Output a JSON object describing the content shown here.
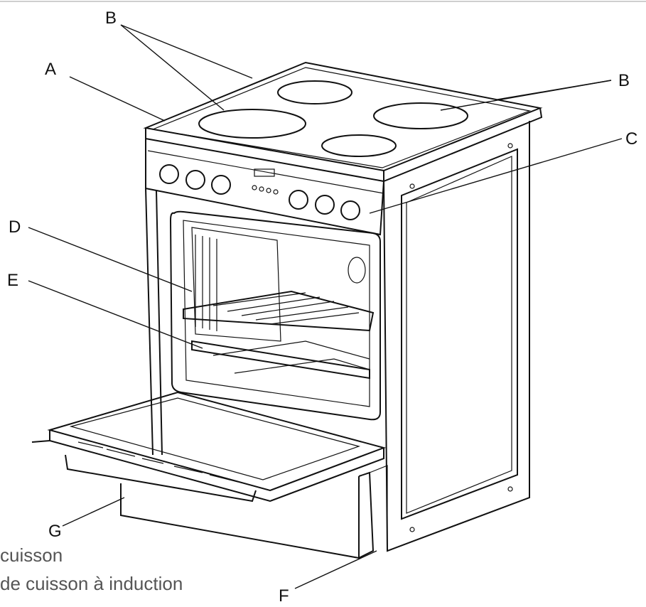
{
  "labels": {
    "A": "A",
    "B_top": "B",
    "B_right": "B",
    "C": "C",
    "D": "D",
    "E": "E",
    "F": "F",
    "G": "G"
  },
  "caption": {
    "line1": "cuisson",
    "line2": "de cuisson à  induction"
  },
  "colors": {
    "line": "#111111",
    "caption_text": "#555555"
  }
}
